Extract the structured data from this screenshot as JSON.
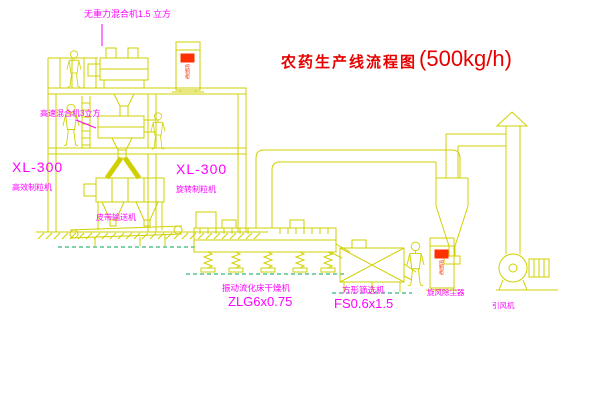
{
  "title": {
    "main": "农药生产线流程图",
    "capacity": "(500kg/h)"
  },
  "labels": {
    "gravity_mixer": "无重力混合机1.5 立方",
    "high_speed_mixer": "高速混合机3立方",
    "left_granulator_model": "XL-300",
    "left_granulator_name": "高效制粒机",
    "center_granulator_model": "XL-300",
    "center_granulator_name": "旋转制粒机",
    "belt_conveyor": "皮带输送机",
    "dryer_name": "振动流化床干燥机",
    "dryer_model": "ZLG6x0.75",
    "sieve_name": "方形筛选机",
    "sieve_model": "FS0.6x1.5",
    "cyclone": "旋风除尘器",
    "fan": "引风机",
    "control_cabinet": "控制柜"
  },
  "colors": {
    "background": "#ffffff",
    "linework": "#d0d000",
    "label_magenta": "#ff00ff",
    "title_red": "#e80000",
    "accent_red": "#ff3000",
    "baseline_green": "#00a650"
  }
}
